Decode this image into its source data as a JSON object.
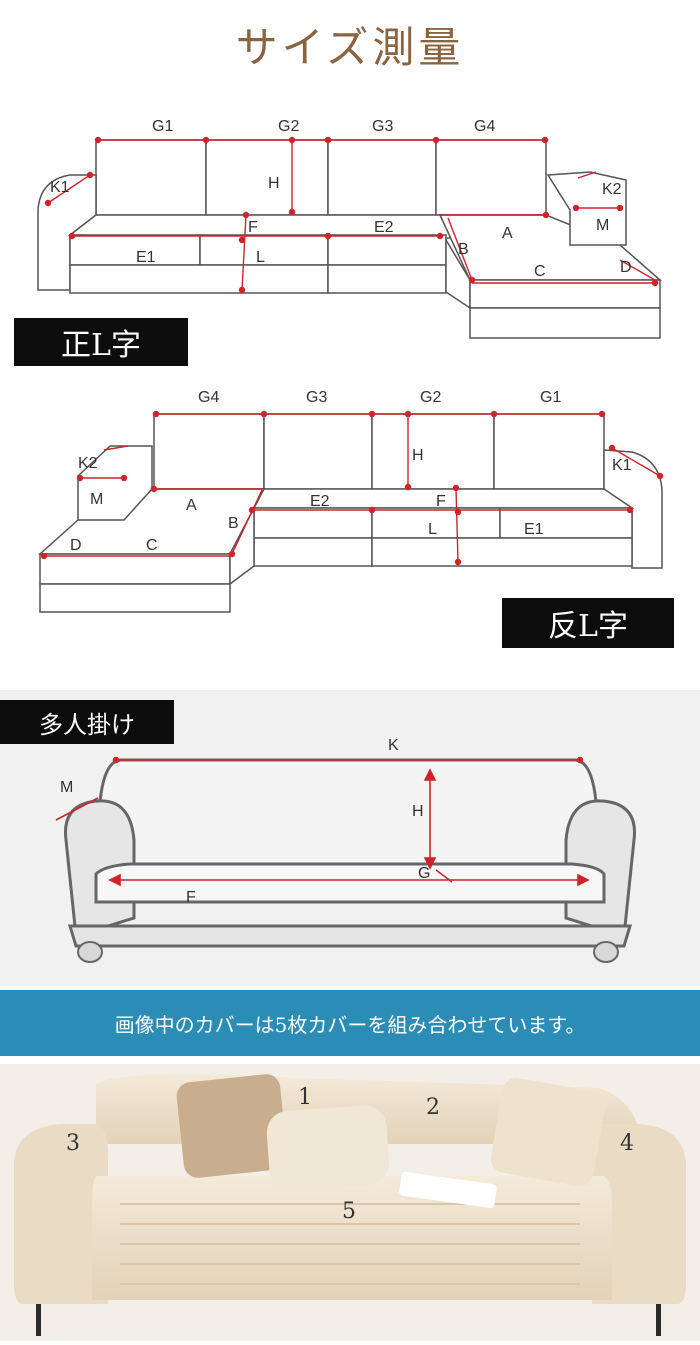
{
  "title": "サイズ測量",
  "normal_l": {
    "tag": "正L字",
    "labels": {
      "g1": "G1",
      "g2": "G2",
      "g3": "G3",
      "g4": "G4",
      "k1": "K1",
      "k2": "K2",
      "h": "H",
      "f": "F",
      "l": "L",
      "e1": "E1",
      "e2": "E2",
      "a": "A",
      "b": "B",
      "c": "C",
      "d": "D",
      "m": "M"
    }
  },
  "reverse_l": {
    "tag": "反L字",
    "labels": {
      "g4": "G4",
      "g3": "G3",
      "g2": "G2",
      "g1": "G1",
      "k2": "K2",
      "k1": "K1",
      "m": "M",
      "a": "A",
      "b": "B",
      "c": "C",
      "d": "D",
      "h": "H",
      "e2": "E2",
      "f": "F",
      "l": "L",
      "e1": "E1"
    }
  },
  "multi_seat": {
    "tag": "多人掛け",
    "labels": {
      "k": "K",
      "m": "M",
      "h": "H",
      "g": "G",
      "f": "F"
    }
  },
  "banner": "画像中のカバーは5枚カバーを組み合わせています。",
  "photo": {
    "numbers": [
      "1",
      "2",
      "3",
      "4",
      "5"
    ]
  },
  "colors": {
    "title": "#8a6440",
    "measure": "#d0232a",
    "banner": "#2b8db5",
    "outline": "#555555"
  }
}
